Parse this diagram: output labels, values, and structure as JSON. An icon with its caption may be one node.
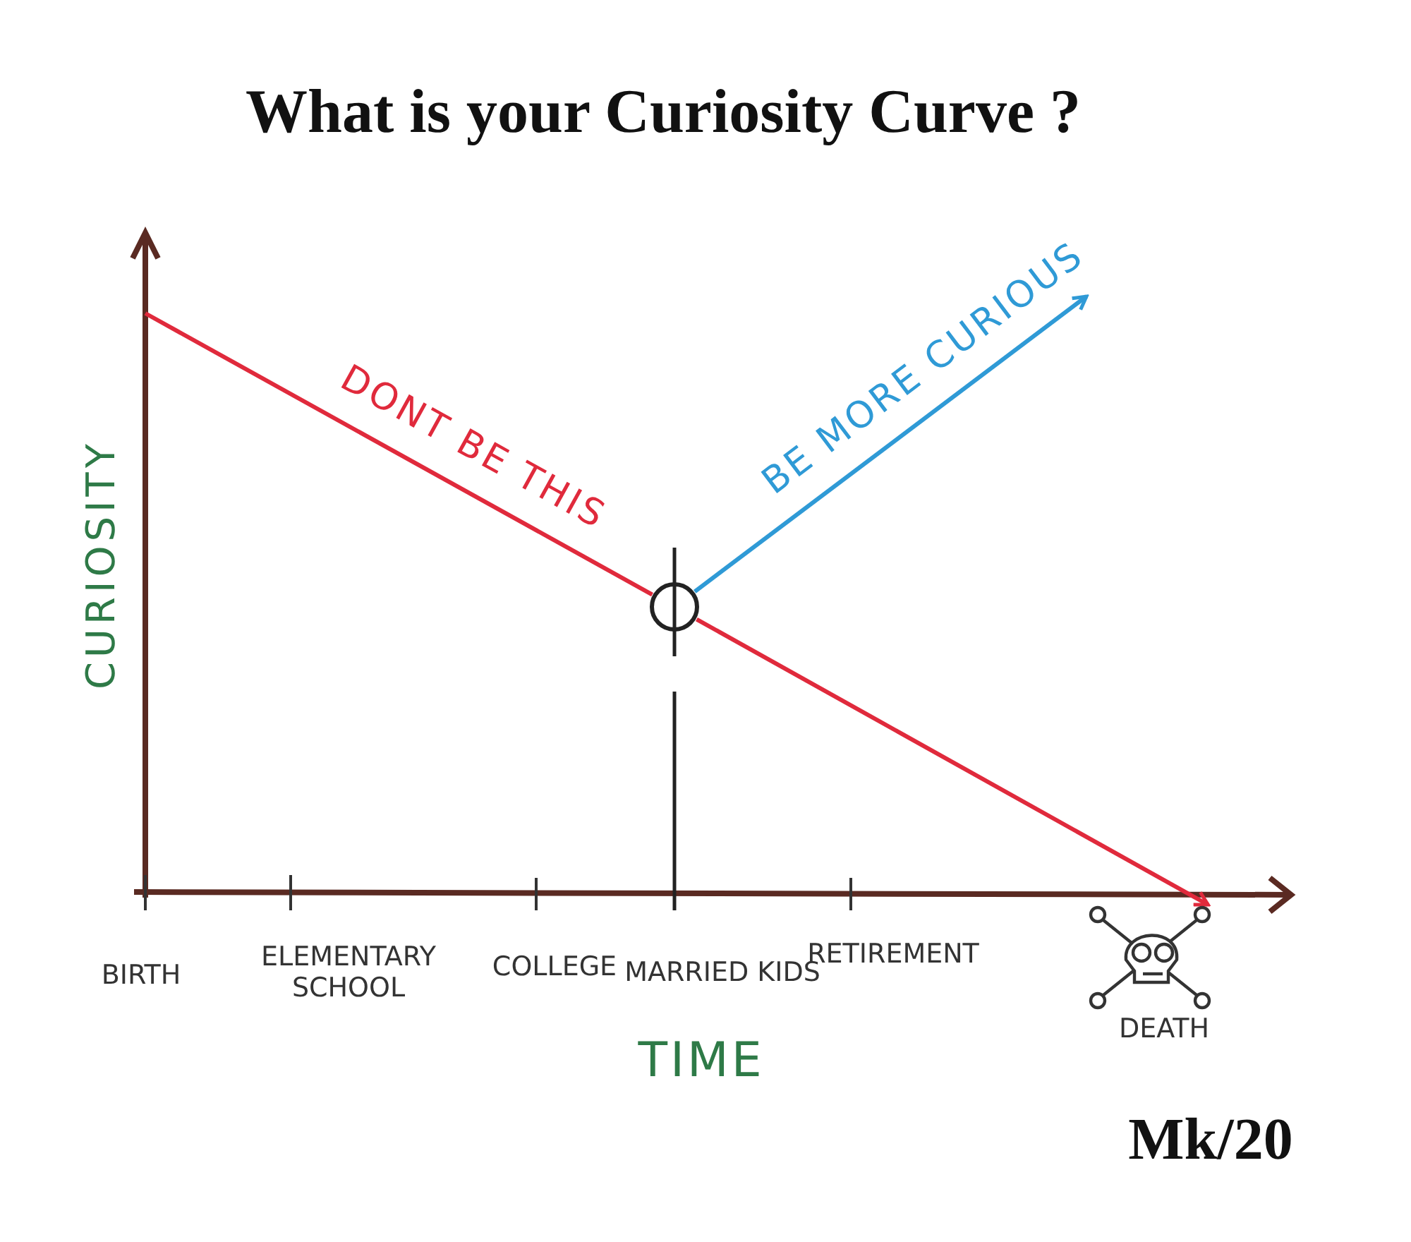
{
  "diagram": {
    "title": "What is your Curiosity Curve ?",
    "nodes": [
      {
        "text": [],
        "shape": "circle"
      },
      {
        "text": [],
        "shape": "picture"
      }
    ],
    "edges": [
      {
        "from": null,
        "to": 0,
        "arrow": "none",
        "label": "DONT BE THIS",
        "color": "#e02a3c"
      },
      {
        "from": 0,
        "to": 1,
        "arrow": "to",
        "color": "#e02a3c"
      },
      {
        "from": 0,
        "to": null,
        "arrow": "to",
        "label": "BE MORE CURIOUS",
        "color": "#2f9ad6"
      }
    ],
    "labels": [
      "CURIOSITY",
      "BIRTH",
      "ELEMENTARY SCHOOL",
      "COLLEGE",
      "MARRIED KIDS",
      "RETIREMENT",
      "DEATH",
      "TIME",
      "Mk/20"
    ]
  }
}
